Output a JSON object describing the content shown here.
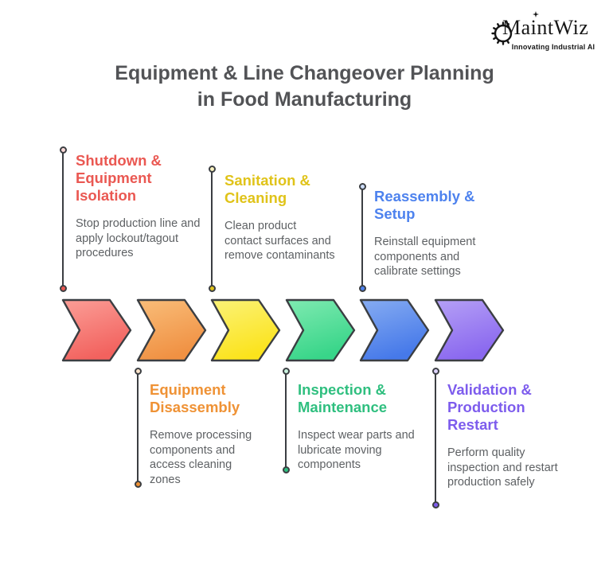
{
  "logo": {
    "name": "MaintWiz",
    "tagline": "Innovating Industrial AI"
  },
  "title": {
    "line1": "Equipment & Line Changeover Planning",
    "line2": "in Food Manufacturing"
  },
  "palette": {
    "outline": "#3b3e42",
    "title-text": "#525356",
    "muted-text": "#5e6164",
    "logo-text": "#161616"
  },
  "steps": [
    {
      "title": "Shutdown & Equipment Isolation",
      "description": "Stop production line and apply lockout/tagout procedures",
      "side": "top",
      "title_color": "#ea5852",
      "arrow_gradient": [
        "#fb9e97",
        "#f2625e"
      ],
      "dot_tint": "#fbd9d7"
    },
    {
      "title": "Equipment Disassembly",
      "description": "Remove processing components and access cleaning zones",
      "side": "bottom",
      "title_color": "#ef9235",
      "arrow_gradient": [
        "#f9bd79",
        "#f09143"
      ],
      "dot_tint": "#fbe3c9"
    },
    {
      "title": "Sanitation & Cleaning",
      "description": "Clean product contact surfaces and remove contaminants",
      "side": "top",
      "title_color": "#e0c319",
      "arrow_gradient": [
        "#fbf277",
        "#fbe31c"
      ],
      "dot_tint": "#faf3c0"
    },
    {
      "title": "Inspection & Maintenance",
      "description": "Inspect wear parts and lubricate moving components",
      "side": "bottom",
      "title_color": "#2fbf7f",
      "arrow_gradient": [
        "#7feab1",
        "#38d589"
      ],
      "dot_tint": "#c9f2de"
    },
    {
      "title": "Reassembly & Setup",
      "description": "Reinstall equipment components and calibrate settings",
      "side": "top",
      "title_color": "#4d82ee",
      "arrow_gradient": [
        "#86acf2",
        "#4679e9"
      ],
      "dot_tint": "#cdddfb"
    },
    {
      "title": "Validation & Production Restart",
      "description": "Perform quality inspection and restart production safely",
      "side": "bottom",
      "title_color": "#7d5ced",
      "arrow_gradient": [
        "#b5a0f6",
        "#8a68ef"
      ],
      "dot_tint": "#ddd3fa"
    }
  ]
}
